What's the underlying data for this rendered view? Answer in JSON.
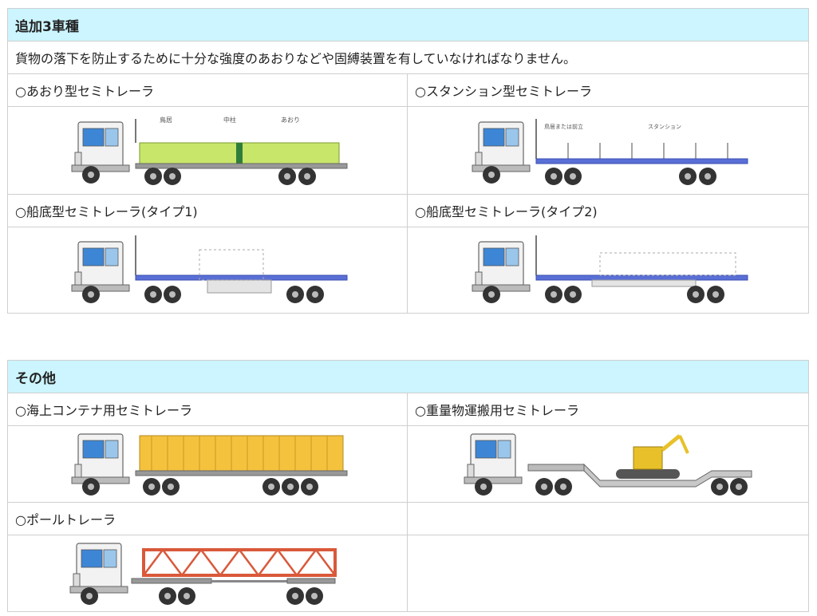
{
  "colors": {
    "header_bg": "#ccf5ff",
    "border": "#cfcfcf",
    "aori_body": "#c8e66a",
    "container": "#f5c23e",
    "frame_blue": "#5a6fd6",
    "truss": "#d9593a",
    "excavator": "#e8c12a"
  },
  "section1": {
    "title": "追加3車種",
    "note": "貨物の落下を防止するために十分な強度のあおりなどや固縛装置を有していなければなりません。",
    "items": [
      {
        "label": "○あおり型セミトレーラ",
        "icon": "aori-trailer-illustration",
        "annotations": [
          "鳥居",
          "中柱",
          "あおり"
        ]
      },
      {
        "label": "○スタンション型セミトレーラ",
        "icon": "stanchion-trailer-illustration",
        "annotations": [
          "鳥居または前立",
          "スタンション"
        ]
      },
      {
        "label": "○船底型セミトレーラ(タイプ1)",
        "icon": "boat-bottom-trailer-type1-illustration"
      },
      {
        "label": "○船底型セミトレーラ(タイプ2)",
        "icon": "boat-bottom-trailer-type2-illustration"
      }
    ]
  },
  "section2": {
    "title": "その他",
    "items": [
      {
        "label": "○海上コンテナ用セミトレーラ",
        "icon": "container-trailer-illustration"
      },
      {
        "label": "○重量物運搬用セミトレーラ",
        "icon": "heavy-haul-trailer-illustration"
      },
      {
        "label": "○ポールトレーラ",
        "icon": "pole-trailer-illustration"
      }
    ]
  }
}
